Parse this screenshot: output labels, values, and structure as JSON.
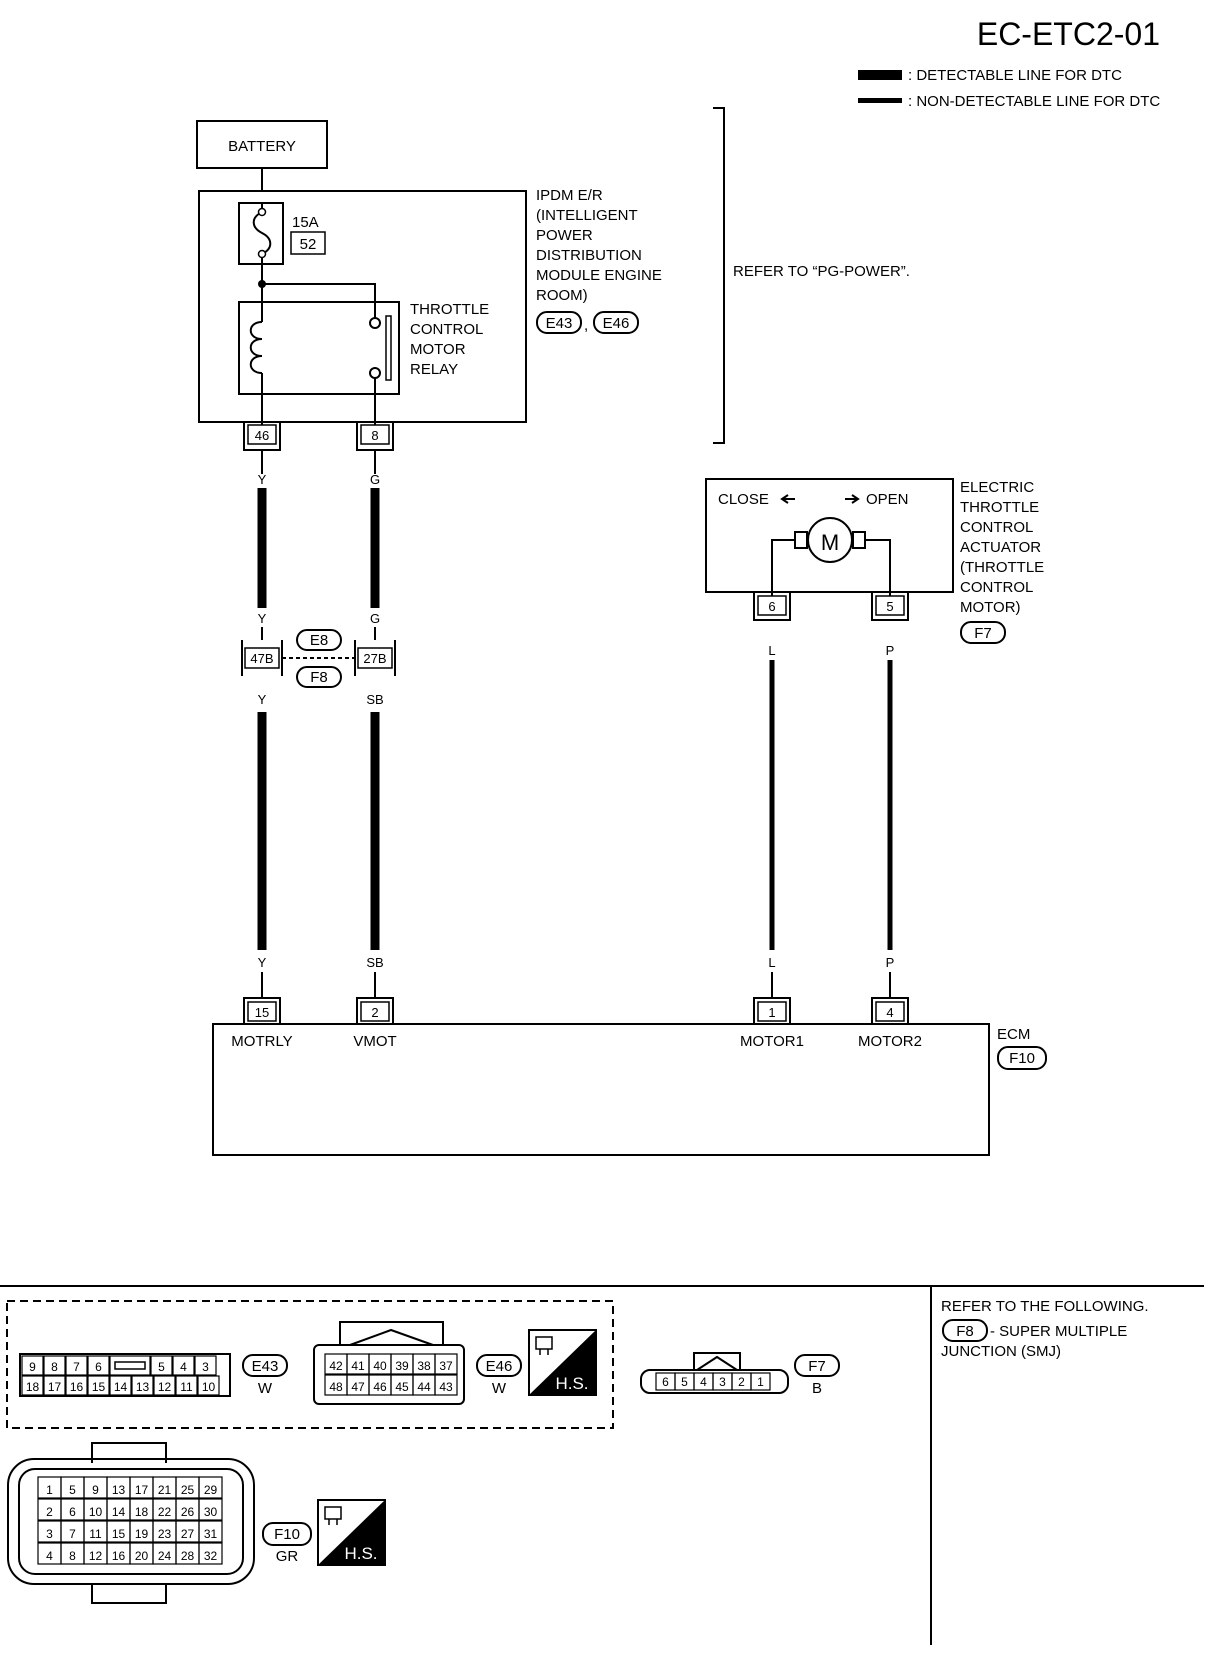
{
  "header": {
    "code": "EC-ETC2-01",
    "legend_detectable": ": DETECTABLE LINE FOR DTC",
    "legend_non_detectable": ": NON-DETECTABLE LINE FOR DTC"
  },
  "battery": {
    "label": "BATTERY"
  },
  "ipdm": {
    "fuse_rating": "15A",
    "fuse_number": "52",
    "relay_label": [
      "THROTTLE",
      "CONTROL",
      "MOTOR",
      "RELAY"
    ],
    "name_lines": [
      "IPDM E/R",
      "(INTELLIGENT",
      "POWER",
      "DISTRIBUTION",
      "MODULE ENGINE",
      "ROOM)"
    ],
    "conn_a": "E43",
    "conn_sep": ",",
    "conn_b": "E46",
    "pin_left": "46",
    "pin_right": "8",
    "refer": "REFER TO “PG-POWER”."
  },
  "wires": {
    "left_top": "Y",
    "right_top": "G",
    "left_mid_top": "Y",
    "right_mid_top": "G",
    "left_mid_bottom": "Y",
    "right_mid_bottom": "SB",
    "left_bottom": "Y",
    "right_bottom": "SB",
    "motor1": "L",
    "motor1_bottom": "L",
    "motor2": "P",
    "motor2_bottom": "P"
  },
  "joint": {
    "pin_left": "47B",
    "pin_right": "27B",
    "conn_top": "E8",
    "conn_bottom": "F8"
  },
  "actuator": {
    "close": "CLOSE",
    "open": "OPEN",
    "motor_symbol": "M",
    "pin_left": "6",
    "pin_right": "5",
    "name_lines": [
      "ELECTRIC",
      "THROTTLE",
      "CONTROL",
      "ACTUATOR",
      "(THROTTLE",
      "CONTROL",
      "MOTOR)"
    ],
    "conn": "F7"
  },
  "ecm": {
    "name": "ECM",
    "conn": "F10",
    "pins": [
      "15",
      "2",
      "1",
      "4"
    ],
    "pin_labels": [
      "MOTRLY",
      "VMOT",
      "MOTOR1",
      "MOTOR2"
    ]
  },
  "connectors": {
    "e43": {
      "id": "E43",
      "color": "W",
      "row1": [
        "9",
        "8",
        "7",
        "6",
        "",
        "5",
        "4",
        "3"
      ],
      "row2": [
        "18",
        "17",
        "16",
        "15",
        "14",
        "13",
        "12",
        "11",
        "10"
      ]
    },
    "e46": {
      "id": "E46",
      "color": "W",
      "row1": [
        "42",
        "41",
        "40",
        "39",
        "38",
        "37"
      ],
      "row2": [
        "48",
        "47",
        "46",
        "45",
        "44",
        "43"
      ]
    },
    "hs": "H.S.",
    "f7": {
      "id": "F7",
      "color": "B",
      "pins": [
        "6",
        "5",
        "4",
        "3",
        "2",
        "1"
      ]
    },
    "f10": {
      "id": "F10",
      "color": "GR",
      "rows": [
        [
          "1",
          "5",
          "9",
          "13",
          "17",
          "21",
          "25",
          "29"
        ],
        [
          "2",
          "6",
          "10",
          "14",
          "18",
          "22",
          "26",
          "30"
        ],
        [
          "3",
          "7",
          "11",
          "15",
          "19",
          "23",
          "27",
          "31"
        ],
        [
          "4",
          "8",
          "12",
          "16",
          "20",
          "24",
          "28",
          "32"
        ]
      ]
    }
  },
  "refer_panel": {
    "line1": "REFER TO THE FOLLOWING.",
    "conn": "F8",
    "line2": " - SUPER MULTIPLE",
    "line3": "JUNCTION (SMJ)"
  }
}
